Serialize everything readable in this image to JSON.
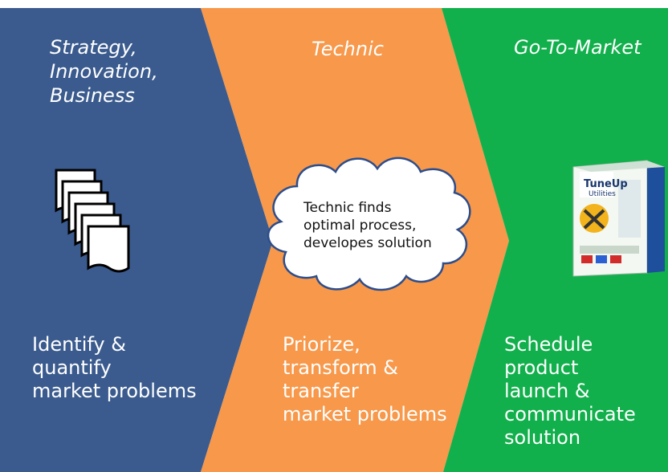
{
  "columns": [
    {
      "heading": "Strategy,\nInnovation,\nBusiness",
      "description": "Identify &\nquantify\nmarket problems",
      "color": "#3b5b8e"
    },
    {
      "heading": "Technic",
      "description": "Priorize,\ntransform &\ntransfer\nmarket problems",
      "color": "#f7984a"
    },
    {
      "heading": "Go-To-Market",
      "description": "Schedule product\nlaunch &\ncommunicate\nsolution",
      "color": "#12b04c"
    }
  ],
  "cloud": {
    "text": "Technic finds\noptimal process,\ndevelopes solution"
  },
  "product_box": {
    "brand": "TuneUp",
    "subtitle": "Utilities"
  },
  "icons": {
    "documents": "document-stack-icon",
    "product": "software-box-icon"
  }
}
